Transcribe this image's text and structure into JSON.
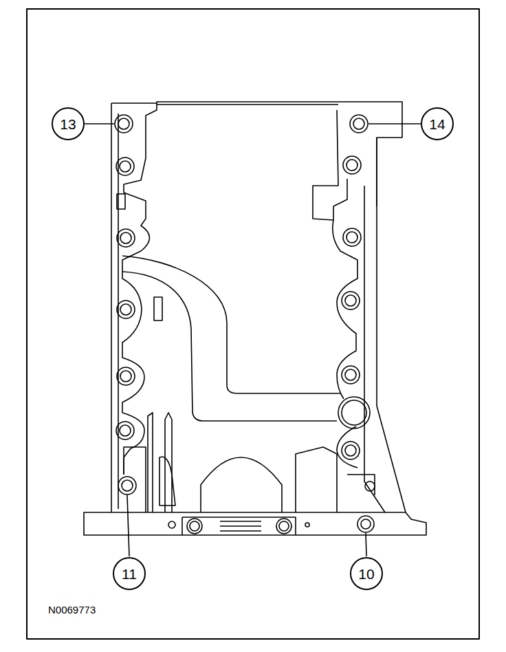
{
  "diagram": {
    "labels": [
      "13",
      "14",
      "11",
      "10",
      "N0069773"
    ]
  }
}
